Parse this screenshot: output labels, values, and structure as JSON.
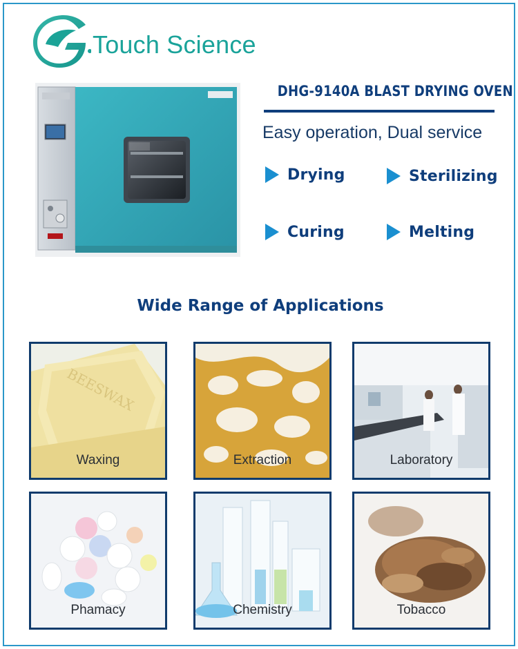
{
  "brand": {
    "name": "Touch Science",
    "logo_icon": "g-leaf-logo-icon",
    "color": "#1aa39a"
  },
  "product": {
    "title": "DHG-9140A BLAST DRYING OVEN",
    "tagline": "Easy operation, Dual service",
    "features": [
      {
        "label": "Drying",
        "icon": "play-triangle-icon"
      },
      {
        "label": "Sterilizing",
        "icon": "play-triangle-icon"
      },
      {
        "label": "Curing",
        "icon": "play-triangle-icon"
      },
      {
        "label": "Melting",
        "icon": "play-triangle-icon"
      }
    ],
    "accent": "#2a97c9",
    "heading_color": "#0f3e7c"
  },
  "applications": {
    "heading": "Wide Range of Applications",
    "items": [
      {
        "label": "Waxing"
      },
      {
        "label": "Extraction"
      },
      {
        "label": "Laboratory"
      },
      {
        "label": "Phamacy"
      },
      {
        "label": "Chemistry"
      },
      {
        "label": "Tobacco"
      }
    ]
  }
}
